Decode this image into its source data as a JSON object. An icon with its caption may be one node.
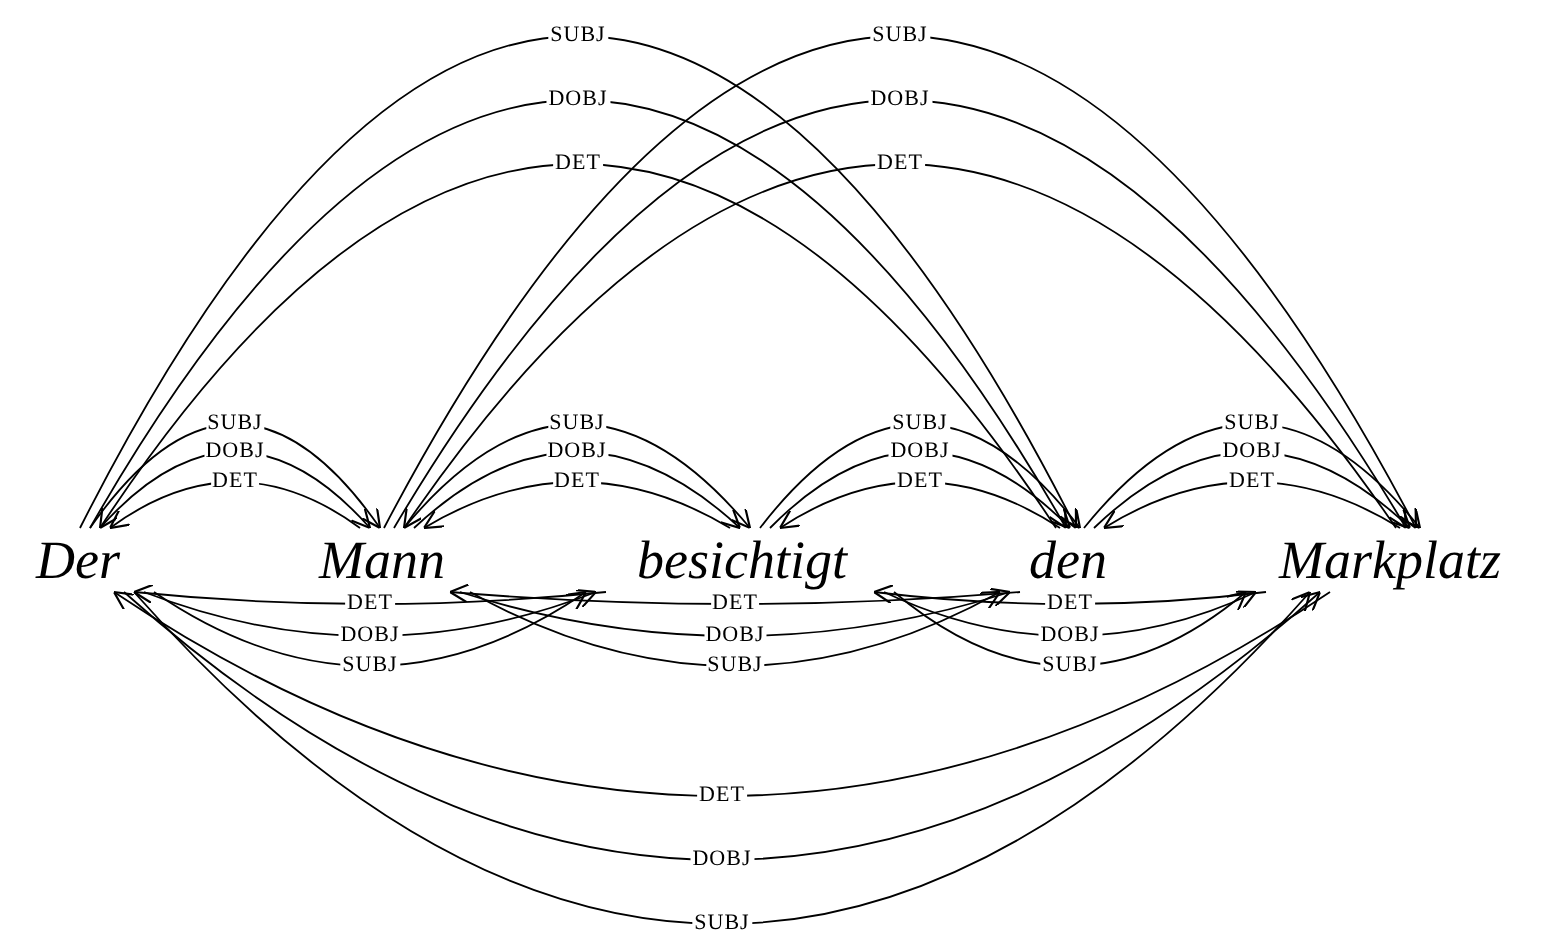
{
  "diagram": {
    "nodes": [
      {
        "text": [
          "Der"
        ]
      },
      {
        "text": [
          "Mann"
        ]
      },
      {
        "text": [
          "besichtigt"
        ]
      },
      {
        "text": [
          "den"
        ]
      },
      {
        "text": [
          "Markplatz"
        ]
      }
    ],
    "edges": [
      {
        "from": 0,
        "to": 1,
        "arrow": "to",
        "label": "SUBJ"
      },
      {
        "from": 0,
        "to": 1,
        "arrow": "to",
        "label": "DOBJ"
      },
      {
        "from": 1,
        "to": 0,
        "arrow": "to",
        "label": "DET"
      },
      {
        "from": 1,
        "to": 2,
        "arrow": "to",
        "label": "SUBJ"
      },
      {
        "from": 1,
        "to": 2,
        "arrow": "to",
        "label": "DOBJ"
      },
      {
        "from": 2,
        "to": 1,
        "arrow": "to",
        "label": "DET"
      },
      {
        "from": 2,
        "to": 3,
        "arrow": "to",
        "label": "SUBJ"
      },
      {
        "from": 2,
        "to": 3,
        "arrow": "to",
        "label": "DOBJ"
      },
      {
        "from": 3,
        "to": 2,
        "arrow": "to",
        "label": "DET"
      },
      {
        "from": 3,
        "to": 4,
        "arrow": "to",
        "label": "SUBJ"
      },
      {
        "from": 3,
        "to": 4,
        "arrow": "to",
        "label": "DOBJ"
      },
      {
        "from": 4,
        "to": 3,
        "arrow": "to",
        "label": "DET"
      },
      {
        "from": 0,
        "to": 3,
        "arrow": "to",
        "label": "SUBJ"
      },
      {
        "from": 0,
        "to": 3,
        "arrow": "to",
        "label": "DOBJ"
      },
      {
        "from": 3,
        "to": 0,
        "arrow": "to",
        "label": "DET"
      },
      {
        "from": 1,
        "to": 4,
        "arrow": "to",
        "label": "SUBJ"
      },
      {
        "from": 1,
        "to": 4,
        "arrow": "to",
        "label": "DOBJ"
      },
      {
        "from": 4,
        "to": 1,
        "arrow": "to",
        "label": "DET"
      },
      {
        "from": 2,
        "to": 0,
        "arrow": "to",
        "label": "DET"
      },
      {
        "from": 0,
        "to": 2,
        "arrow": "to",
        "label": "DOBJ"
      },
      {
        "from": 0,
        "to": 2,
        "arrow": "to",
        "label": "SUBJ"
      },
      {
        "from": 3,
        "to": 1,
        "arrow": "to",
        "label": "DET"
      },
      {
        "from": 1,
        "to": 3,
        "arrow": "to",
        "label": "DOBJ"
      },
      {
        "from": 1,
        "to": 3,
        "arrow": "to",
        "label": "SUBJ"
      },
      {
        "from": 4,
        "to": 2,
        "arrow": "to",
        "label": "DET"
      },
      {
        "from": 2,
        "to": 4,
        "arrow": "to",
        "label": "DOBJ"
      },
      {
        "from": 2,
        "to": 4,
        "arrow": "to",
        "label": "SUBJ"
      },
      {
        "from": 4,
        "to": 0,
        "arrow": "to",
        "label": "DET"
      },
      {
        "from": 0,
        "to": 4,
        "arrow": "to",
        "label": "DOBJ"
      },
      {
        "from": 0,
        "to": 4,
        "arrow": "to",
        "label": "SUBJ"
      }
    ]
  }
}
